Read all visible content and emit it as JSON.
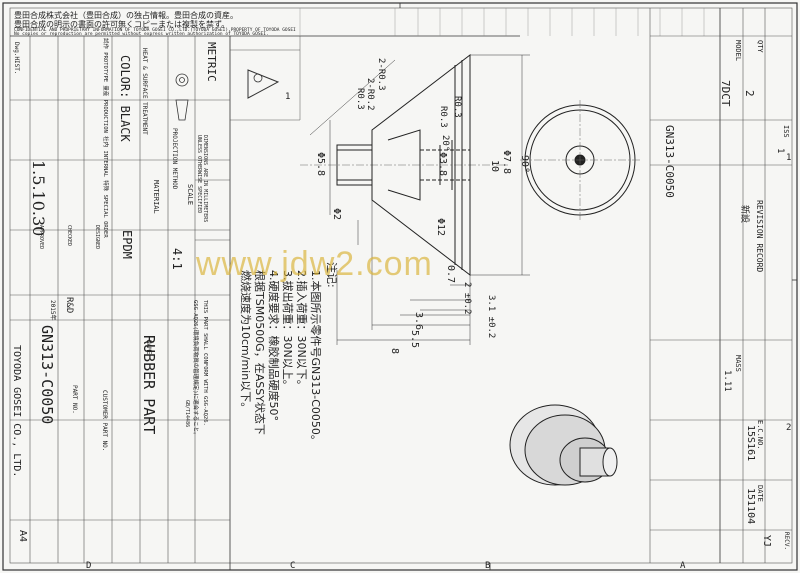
{
  "header": {
    "confidential_jp_1": "豊田合成株式会社（豊田合成）の独占情報。豊田合成の資産。",
    "confidential_jp_2": "豊田合成の明示の書面の許可無くコピーまたは複製を禁ず。",
    "confidential_en_1": "CONFIDENTIAL AND PROPRIETARY INFORMATION OF TOYODA GOSEI CO.,LTD.(TOYODA GOSEI),PROPERTY OF TOYODA GOSEI",
    "confidential_en_2": "No copies or reproduction are permitted without express written authorization of TOYODA GOSEI."
  },
  "revision_table": {
    "model_label": "MODEL",
    "model_value": "7DCT",
    "qty_label": "QTY",
    "qty_value": "2",
    "part_code": "GN313-C0050",
    "iss_label": "ISS",
    "iss_value": "1",
    "revision_record_label": "REVISION RECORD",
    "revision_entry": "新設",
    "mass_label": "MASS",
    "mass_value": "1.11",
    "ec_label": "E.C.NO.",
    "ec_value": "15S161",
    "date_label": "DATE",
    "date_value": "151104",
    "recv_label": "RECV.",
    "recv_value": "YJ"
  },
  "title_block": {
    "metric": "METRIC",
    "dims_note": "DIMENSIONS ARE IN MILLIMETERS UNLESS OTHERWISE SPECIFIED",
    "projection": "PROJECTION METHOD",
    "treatment": "HEAT & SURFACE TREATMENT",
    "scale_label": "SCALE",
    "scale_value": "4:1",
    "color": "COLOR: BLACK",
    "material_label": "MATERIAL",
    "material_value": "EPDM",
    "prototype": "試作 PROTOTYPE 量産 PRODUCTION 社内 INTERNAL 特殊 SPECIAL ORDER",
    "designed_label": "DESIGNED",
    "checked_label": "CHECKED",
    "approved_label": "APPROVED",
    "dept": "R&D",
    "year": "2015年",
    "date_mark": "1.5.10.30",
    "gsg_note": "GSG-AQ26(環境負荷物質の管理規定)に適合すること。",
    "gsg_en": "THIS PART SHALL CONFORM WITH GSG-AQ26.",
    "gb_note": "GB/T14486",
    "name_label": "NAME",
    "part_name": "RUBBER PART",
    "part_no_label": "PART NO.",
    "part_no": "GN313-C0050",
    "customer_label": "CUSTOMER PART NO.",
    "company": "TOYODA GOSEI CO., LTD.",
    "dwg_hist": "Dwg.HIST.",
    "sheet_size": "A4"
  },
  "drawing": {
    "roughness_mark": "1",
    "dims": {
      "r03_a": "2-R0.3",
      "r02": "2-R0.2",
      "r03_b": "R0.3",
      "r03_c": "R0.3",
      "r03_d": "R0.3",
      "angle_20": "20°",
      "angle_90": "90°",
      "d58": "Φ5.8",
      "d38": "Φ3.8",
      "d10": "10",
      "d78": "Φ7.8",
      "d12": "Φ12",
      "d2": "Φ2",
      "d07": "0.7",
      "d2tol": "2 ±0.2",
      "d31tol": "3.1 ±0.2",
      "d36": "3.6",
      "d55": "5.5",
      "d8": "8"
    },
    "notes_title": "注记:",
    "notes": [
      "1.本图所示零件号GN313-C0050。",
      "2.插入荷重：30N以下。",
      "3.拔出荷重：30N以上。",
      "4.硬度要求：橡胶制品硬度50°",
      "  根据TSM0500G，在ASSY状态下",
      "  燃烧速度为10cm/min以下。"
    ],
    "grid_numbers": [
      "1",
      "2"
    ],
    "grid_letters": [
      "A",
      "B",
      "C",
      "D"
    ]
  },
  "watermark": "www.jdw2.com"
}
